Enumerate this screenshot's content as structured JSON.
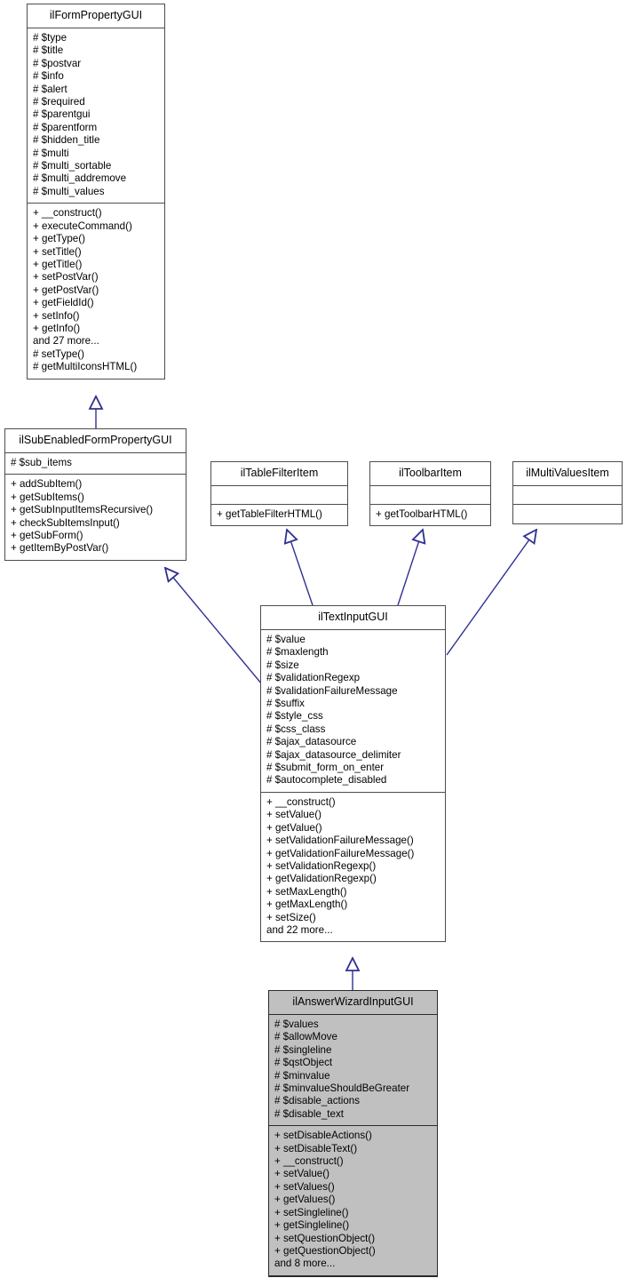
{
  "diagram": {
    "type": "uml-class-diagram",
    "title": "ilAnswerWizardInputGUI inheritance diagram",
    "edge_color": "#2e3192",
    "highlight_fill": "#c0c0c0",
    "box_fill": "#ffffff",
    "border_color": "#4d4d4d",
    "background": "#ffffff"
  },
  "classes": [
    {
      "id": "ilFormPropertyGUI",
      "name": "ilFormPropertyGUI",
      "highlighted": false,
      "attributes": [
        "# $type",
        "# $title",
        "# $postvar",
        "# $info",
        "# $alert",
        "# $required",
        "# $parentgui",
        "# $parentform",
        "# $hidden_title",
        "# $multi",
        "# $multi_sortable",
        "# $multi_addremove",
        "# $multi_values"
      ],
      "methods": [
        "+ __construct()",
        "+ executeCommand()",
        "+ getType()",
        "+ setTitle()",
        "+ getTitle()",
        "+ setPostVar()",
        "+ getPostVar()",
        "+ getFieldId()",
        "+ setInfo()",
        "+ getInfo()",
        "and 27 more...",
        "# setType()",
        "# getMultiIconsHTML()"
      ]
    },
    {
      "id": "ilSubEnabledFormPropertyGUI",
      "name": "ilSubEnabledFormPropertyGUI",
      "highlighted": false,
      "attributes": [
        "# $sub_items"
      ],
      "methods": [
        "+ addSubItem()",
        "+ getSubItems()",
        "+ getSubInputItemsRecursive()",
        "+ checkSubItemsInput()",
        "+ getSubForm()",
        "+ getItemByPostVar()"
      ]
    },
    {
      "id": "ilTableFilterItem",
      "name": "ilTableFilterItem",
      "highlighted": false,
      "attributes": [],
      "methods": [
        "+ getTableFilterHTML()"
      ]
    },
    {
      "id": "ilToolbarItem",
      "name": "ilToolbarItem",
      "highlighted": false,
      "attributes": [],
      "methods": [
        "+ getToolbarHTML()"
      ]
    },
    {
      "id": "ilMultiValuesItem",
      "name": "ilMultiValuesItem",
      "highlighted": false,
      "attributes": [],
      "methods": []
    },
    {
      "id": "ilTextInputGUI",
      "name": "ilTextInputGUI",
      "highlighted": false,
      "attributes": [
        "# $value",
        "# $maxlength",
        "# $size",
        "# $validationRegexp",
        "# $validationFailureMessage",
        "# $suffix",
        "# $style_css",
        "# $css_class",
        "# $ajax_datasource",
        "# $ajax_datasource_delimiter",
        "# $submit_form_on_enter",
        "# $autocomplete_disabled"
      ],
      "methods": [
        "+ __construct()",
        "+ setValue()",
        "+ getValue()",
        "+ setValidationFailureMessage()",
        "+ getValidationFailureMessage()",
        "+ setValidationRegexp()",
        "+ getValidationRegexp()",
        "+ setMaxLength()",
        "+ getMaxLength()",
        "+ setSize()",
        "and 22 more..."
      ]
    },
    {
      "id": "ilAnswerWizardInputGUI",
      "name": "ilAnswerWizardInputGUI",
      "highlighted": true,
      "attributes": [
        "# $values",
        "# $allowMove",
        "# $singleline",
        "# $qstObject",
        "# $minvalue",
        "# $minvalueShouldBeGreater",
        "# $disable_actions",
        "# $disable_text"
      ],
      "methods": [
        "+ setDisableActions()",
        "+ setDisableText()",
        "+ __construct()",
        "+ setValue()",
        "+ setValues()",
        "+ getValues()",
        "+ setSingleline()",
        "+ getSingleline()",
        "+ setQuestionObject()",
        "+ getQuestionObject()",
        "and 8 more..."
      ]
    }
  ],
  "relationships": [
    {
      "from": "ilSubEnabledFormPropertyGUI",
      "to": "ilFormPropertyGUI",
      "kind": "inheritance"
    },
    {
      "from": "ilTextInputGUI",
      "to": "ilSubEnabledFormPropertyGUI",
      "kind": "inheritance"
    },
    {
      "from": "ilTextInputGUI",
      "to": "ilTableFilterItem",
      "kind": "inheritance"
    },
    {
      "from": "ilTextInputGUI",
      "to": "ilToolbarItem",
      "kind": "inheritance"
    },
    {
      "from": "ilTextInputGUI",
      "to": "ilMultiValuesItem",
      "kind": "inheritance"
    },
    {
      "from": "ilAnswerWizardInputGUI",
      "to": "ilTextInputGUI",
      "kind": "inheritance"
    }
  ]
}
